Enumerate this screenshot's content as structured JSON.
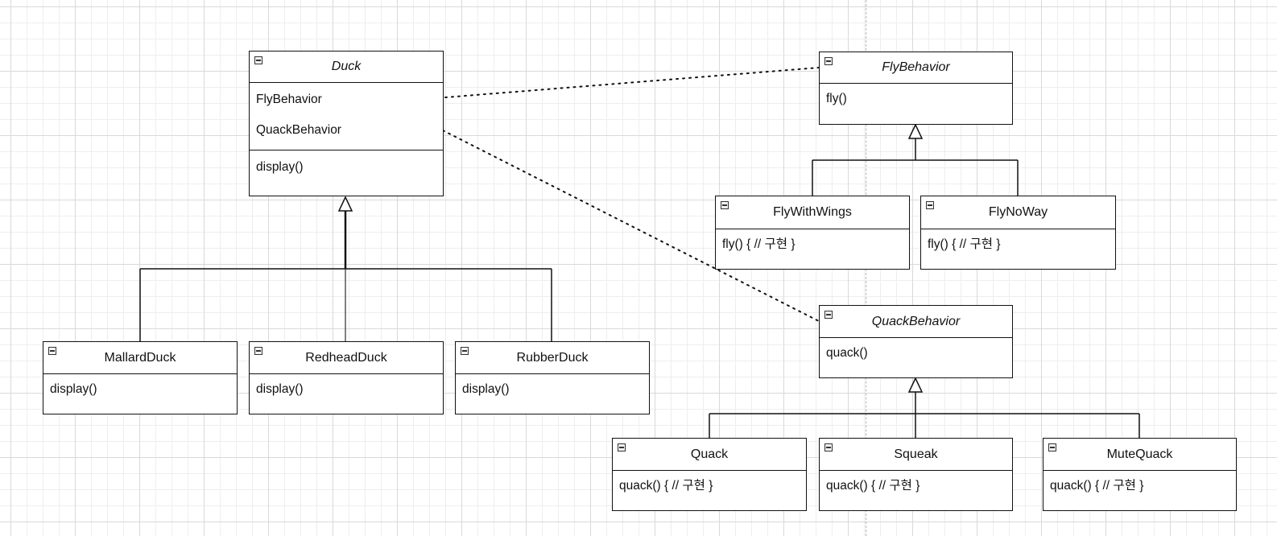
{
  "classes": {
    "duck": {
      "name": "Duck",
      "fields": [
        "FlyBehavior",
        "QuackBehavior"
      ],
      "methods": [
        "display()"
      ]
    },
    "mallard": {
      "name": "MallardDuck",
      "methods": [
        "display()"
      ]
    },
    "redhead": {
      "name": "RedheadDuck",
      "methods": [
        "display()"
      ]
    },
    "rubber": {
      "name": "RubberDuck",
      "methods": [
        "display()"
      ]
    },
    "fly_behavior": {
      "name": "FlyBehavior",
      "methods": [
        "fly()"
      ]
    },
    "fly_with_wings": {
      "name": "FlyWithWings",
      "methods": [
        "fly() { // 구현 }"
      ]
    },
    "fly_no_way": {
      "name": "FlyNoWay",
      "methods": [
        "fly() { // 구현 }"
      ]
    },
    "quack_behavior": {
      "name": "QuackBehavior",
      "methods": [
        "quack()"
      ]
    },
    "quack": {
      "name": "Quack",
      "methods": [
        "quack() { // 구현 }"
      ]
    },
    "squeak": {
      "name": "Squeak",
      "methods": [
        "quack() { // 구현 }"
      ]
    },
    "mute_quack": {
      "name": "MuteQuack",
      "methods": [
        "quack() { // 구현 }"
      ]
    }
  },
  "icons": {
    "collapse": "minus-square-icon"
  },
  "colors": {
    "line": "#111111",
    "grid_major": "#d9d9d9",
    "grid_minor": "#eeeeee",
    "guide": "#b0b0b0"
  }
}
